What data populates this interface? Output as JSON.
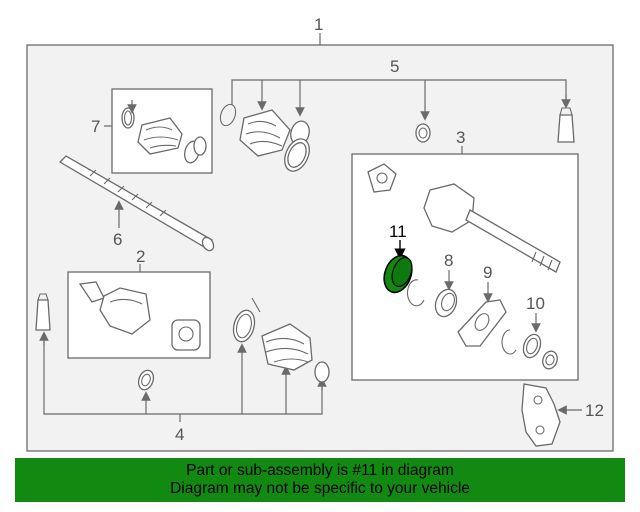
{
  "callouts": {
    "c1": "1",
    "c2": "2",
    "c3": "3",
    "c4": "4",
    "c5": "5",
    "c6": "6",
    "c7": "7",
    "c8": "8",
    "c9": "9",
    "c10": "10",
    "c11": "11",
    "c12": "12"
  },
  "highlighted_part": "11",
  "colors": {
    "highlight_fill": "#128a12",
    "banner_background": "#128a12",
    "line": "#6a6a6a"
  },
  "banner": {
    "line1": "Part or sub-assembly is #11 in diagram",
    "line2": "Diagram may not be specific to your vehicle"
  }
}
